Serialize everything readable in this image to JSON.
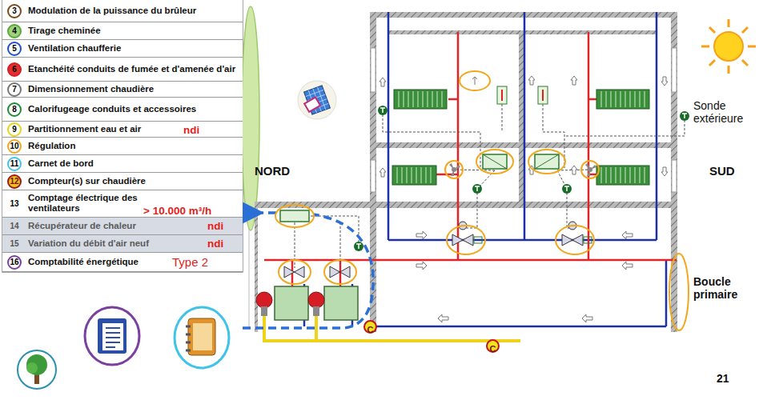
{
  "diagram": {
    "nodes": [
      {
        "text": [
          "3",
          "Modulation de la puissance du brûleur"
        ]
      },
      {
        "text": [
          "4",
          "Tirage cheminée"
        ]
      },
      {
        "text": [
          "5",
          "Ventilation chaufferie"
        ]
      },
      {
        "text": [
          "6",
          "Etanchéité conduits de fumée et d'amenée d'air"
        ]
      },
      {
        "text": [
          "7",
          "Dimensionnement chaudière"
        ]
      },
      {
        "text": [
          "8",
          "Calorifugeage conduits et accessoires"
        ]
      },
      {
        "text": [
          "9",
          "Partitionnement eau et air",
          "ndi"
        ]
      },
      {
        "text": [
          "10",
          "Régulation"
        ]
      },
      {
        "text": [
          "11",
          "Carnet de bord"
        ]
      },
      {
        "text": [
          "12",
          "Compteur(s) sur chaudière"
        ]
      },
      {
        "text": [
          "13",
          "Comptage électrique des ventilateurs",
          "> 10.000 m³/h"
        ]
      },
      {
        "text": [
          "14",
          "Récupérateur de chaleur",
          "ndi"
        ]
      },
      {
        "text": [
          "15",
          "Variation du débit d'air neuf",
          "ndi"
        ]
      },
      {
        "text": [
          "16",
          "Comptabilité énergétique",
          "Type 2"
        ]
      },
      {
        "text": [
          "C"
        ]
      },
      {
        "text": [
          "C"
        ]
      }
    ],
    "labels": [
      "NORD",
      "SUD",
      "Sonde extérieure",
      "Boucle primaire",
      "21"
    ]
  }
}
